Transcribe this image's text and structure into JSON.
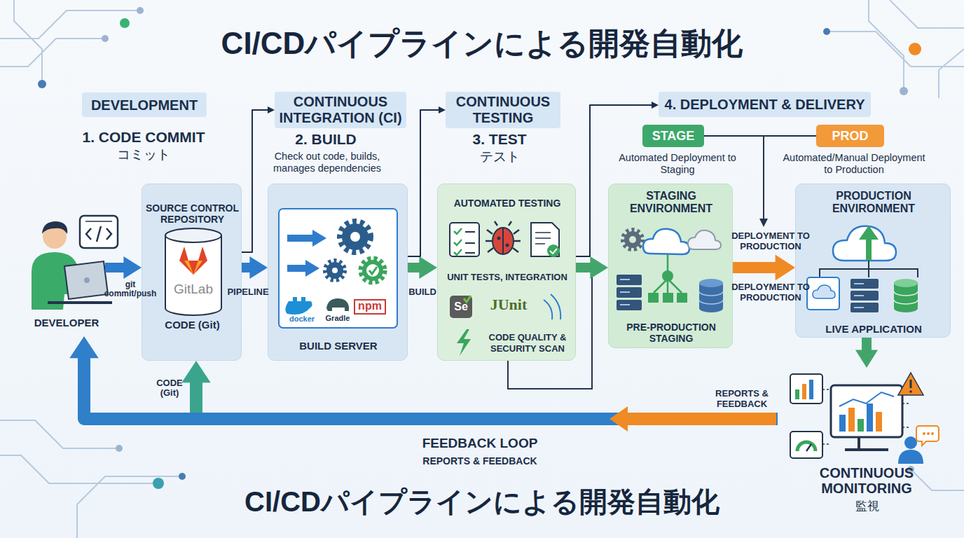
{
  "diagram": {
    "title": "CI/CDパイプラインによる開発自動化",
    "caption": "CI/CDパイプラインによる開発自動化",
    "nodes": [
      {
        "text": [
          "DEVELOPMENT"
        ]
      },
      {
        "text": [
          "DEVELOPER"
        ]
      },
      {
        "text": [
          "SOURCE CONTROL REPOSITORY",
          "CODE (Git)"
        ]
      },
      {
        "text": [
          "CONTINUOUS INTEGRATION (CI)"
        ]
      },
      {
        "text": [
          "BUILD SERVER"
        ]
      },
      {
        "text": [
          "CONTINUOUS TESTING"
        ]
      },
      {
        "text": [
          "AUTOMATED TESTING",
          "UNIT TESTS, INTEGRATION",
          "CODE QUALITY & SECURITY SCAN"
        ]
      },
      {
        "text": [
          "4. DEPLOYMENT & DELIVERY"
        ]
      },
      {
        "text": [
          "STAGE"
        ]
      },
      {
        "text": [
          "PROD"
        ]
      },
      {
        "text": [
          "STAGING ENVIRONMENT",
          "PRE-PRODUCTION STAGING"
        ]
      },
      {
        "text": [
          "PRODUCTION ENVIRONMENT",
          "LIVE APPLICATION"
        ]
      },
      {
        "text": [
          "CONTINUOUS MONITORING",
          "監視"
        ]
      }
    ],
    "edges": [
      {
        "from": 1,
        "to": 2,
        "label": "git commit/push",
        "arrow": "to"
      },
      {
        "from": 2,
        "to": 4,
        "label": "PIPELINE",
        "arrow": "to"
      },
      {
        "from": 4,
        "to": 6,
        "label": "BUILD",
        "arrow": "to"
      },
      {
        "from": 6,
        "to": 10,
        "arrow": "to"
      },
      {
        "from": 10,
        "to": 11,
        "label": "DEPLOYMENT TO PRODUCTION",
        "arrow": "to"
      },
      {
        "from": 11,
        "to": 12,
        "arrow": "to"
      },
      {
        "from": 12,
        "to": 2,
        "arrow": "to"
      },
      {
        "from": 12,
        "to": 1,
        "arrow": "to"
      },
      {
        "from": 2,
        "to": 3,
        "arrow": "to"
      },
      {
        "from": 4,
        "to": 5,
        "arrow": "to"
      },
      {
        "from": 6,
        "to": 7,
        "arrow": "to"
      },
      {
        "from": 8,
        "to": 9,
        "arrow": "none"
      }
    ],
    "labels": [
      "1. CODE COMMIT",
      "コミット",
      "2. BUILD",
      "Check out code, builds, manages dependencies",
      "3. TEST",
      "テスト",
      "Automated Deployment to Staging",
      "Automated/Manual Deployment to Production",
      "GitLab",
      "docker",
      "Gradle",
      "npm",
      "Se",
      "JUnit",
      "DEPLOYMENT TO PRODUCTION",
      "CODE (Git)",
      "REPORTS & FEEDBACK",
      "FEEDBACK LOOP",
      "REPORTS & FEEDBACK"
    ]
  }
}
